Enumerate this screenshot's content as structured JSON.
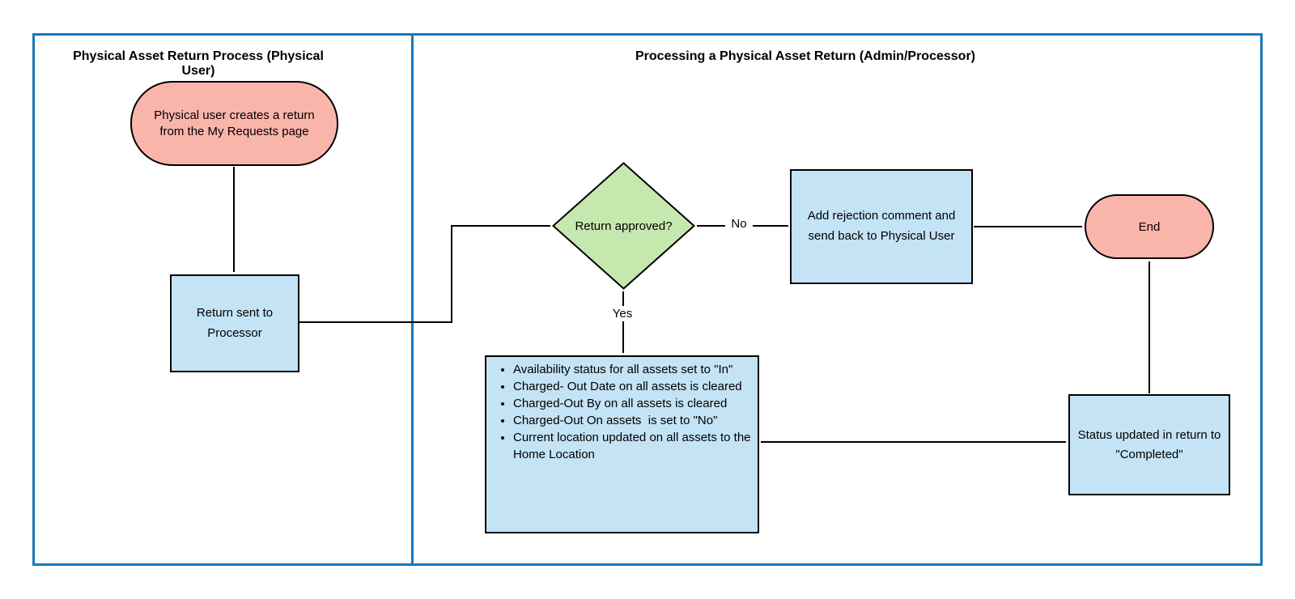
{
  "diagram": {
    "lanes": {
      "left": {
        "title": "Physical Asset Return Process (Physical User)"
      },
      "right": {
        "title": "Processing a Physical Asset Return (Admin/Processor)"
      }
    },
    "nodes": {
      "start": {
        "shape": "terminator",
        "label": "Physical user creates a return from the My Requests page"
      },
      "return_sent": {
        "shape": "process",
        "label": "Return sent to Processor"
      },
      "decision": {
        "shape": "decision",
        "label": "Return approved?"
      },
      "add_rejection": {
        "shape": "process",
        "label": "Add rejection comment and send back to Physical User"
      },
      "end": {
        "shape": "terminator",
        "label": "End"
      },
      "asset_updates": {
        "shape": "process",
        "bullets": [
          "Availability status for all assets set to \"In\"",
          "Charged- Out Date on all assets is cleared",
          "Charged-Out By on all assets is cleared",
          "Charged-Out On assets  is set to \"No\"",
          "Current location updated on all assets to the Home Location"
        ]
      },
      "status_updated": {
        "shape": "process",
        "label": "Status updated in return to \"Completed\""
      }
    },
    "edges": {
      "no_label": "No",
      "yes_label": "Yes"
    },
    "colors": {
      "lane_border": "#1878BC",
      "shape_border": "#000000",
      "connector": "#000000",
      "terminator_fill": "#FAB5AB",
      "process_fill": "#C4E3F5",
      "decision_fill": "#C5E8AF"
    }
  }
}
